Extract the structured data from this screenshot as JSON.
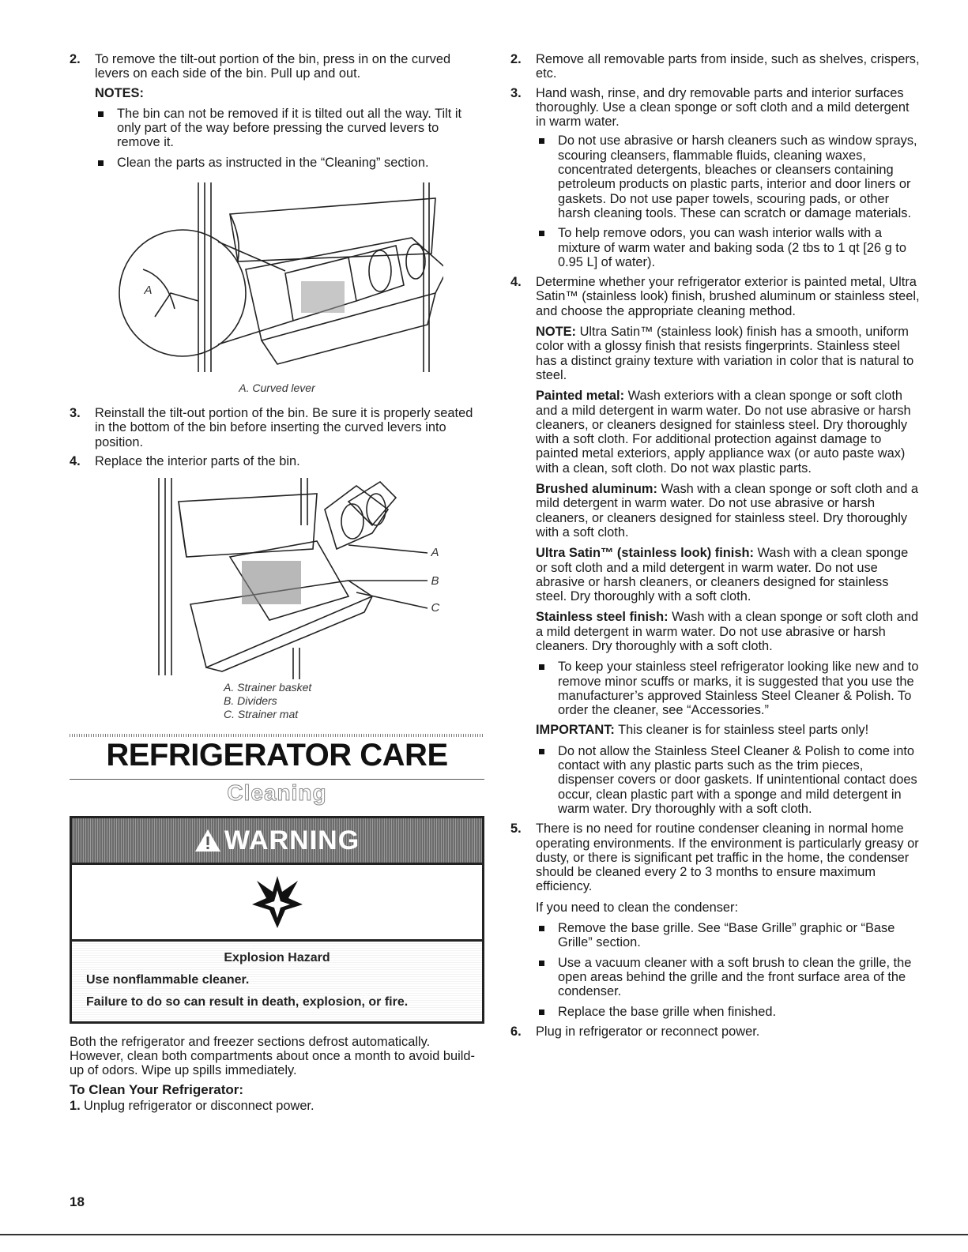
{
  "left": {
    "step2_num": "2.",
    "step2_text": "To remove the tilt-out portion of the bin, press in on the curved levers on each side of the bin. Pull up and out.",
    "notes_heading": "NOTES:",
    "notes": [
      "The bin can not be removed if it is tilted out all the way. Tilt it only part of the way before pressing the curved levers to remove it.",
      "Clean the parts as instructed in the “Cleaning” section."
    ],
    "fig1_label_a": "A",
    "fig1_caption": "A. Curved lever",
    "step3_num": "3.",
    "step3_text": "Reinstall the tilt-out portion of the bin. Be sure it is properly seated in the bottom of the bin before inserting the curved levers into position.",
    "step4_num": "4.",
    "step4_text": "Replace the interior parts of the bin.",
    "fig2_labels": [
      "A",
      "B",
      "C"
    ],
    "fig2_captions": [
      "A. Strainer basket",
      "B. Dividers",
      "C. Strainer mat"
    ],
    "section_title": "REFRIGERATOR CARE",
    "subsection_title": "Cleaning",
    "warning_word": "WARNING",
    "warning_hazard": "Explosion Hazard",
    "warning_line1": "Use nonflammable cleaner.",
    "warning_line2": "Failure to do so can result in death, explosion, or fire.",
    "intro_text": "Both the refrigerator and freezer sections defrost automatically. However, clean both compartments about once a month to avoid build-up of odors. Wipe up spills immediately.",
    "clean_heading": "To Clean Your Refrigerator:",
    "clean_step1_num": "1.",
    "clean_step1_text": "Unplug refrigerator or disconnect power."
  },
  "right": {
    "step2_num": "2.",
    "step2_text": "Remove all removable parts from inside, such as shelves, crispers, etc.",
    "step3_num": "3.",
    "step3_text": "Hand wash, rinse, and dry removable parts and interior surfaces thoroughly. Use a clean sponge or soft cloth and a mild detergent in warm water.",
    "step3_bullets": [
      "Do not use abrasive or harsh cleaners such as window sprays, scouring cleansers, flammable fluids, cleaning waxes, concentrated detergents, bleaches or cleansers containing petroleum products on plastic parts, interior and door liners or gaskets. Do not use paper towels, scouring pads, or other harsh cleaning tools. These can scratch or damage materials.",
      "To help remove odors, you can wash interior walls with a mixture of warm water and baking soda (2 tbs to 1 qt [26 g to 0.95 L] of water)."
    ],
    "step4_num": "4.",
    "step4_text": "Determine whether your refrigerator exterior is painted metal, Ultra Satin™ (stainless look) finish, brushed aluminum or stainless steel, and choose the appropriate cleaning method.",
    "note_label": "NOTE:",
    "note_text": "Ultra Satin™ (stainless look) finish has a smooth, uniform color with a glossy finish that resists fingerprints. Stainless steel has a distinct grainy texture with variation in color that is natural to steel.",
    "painted_label": "Painted metal:",
    "painted_text": "Wash exteriors with a clean sponge or soft cloth and a mild detergent in warm water. Do not use abrasive or harsh cleaners, or cleaners designed for stainless steel. Dry thoroughly with a soft cloth. For additional protection against damage to painted metal exteriors, apply appliance wax (or auto paste wax) with a clean, soft cloth. Do not wax plastic parts.",
    "brushed_label": "Brushed aluminum:",
    "brushed_text": "Wash with a clean sponge or soft cloth and a mild detergent in warm water. Do not use abrasive or harsh cleaners, or cleaners designed for stainless steel. Dry thoroughly with a soft cloth.",
    "satin_label": "Ultra Satin™ (stainless look) finish:",
    "satin_text": "Wash with a clean sponge or soft cloth and a mild detergent in warm water. Do not use abrasive or harsh cleaners, or cleaners designed for stainless steel. Dry thoroughly with a soft cloth.",
    "stainless_label": "Stainless steel finish:",
    "stainless_text": "Wash with a clean sponge or soft cloth and a mild detergent in warm water. Do not use abrasive or harsh cleaners. Dry thoroughly with a soft cloth.",
    "stainless_bullet": "To keep your stainless steel refrigerator looking like new and to remove minor scuffs or marks, it is suggested that you use the manufacturer’s approved Stainless Steel Cleaner & Polish. To order the cleaner, see “Accessories.”",
    "important_label": "IMPORTANT:",
    "important_text": "This cleaner is for stainless steel parts only!",
    "important_bullet": "Do not allow the Stainless Steel Cleaner & Polish to come into contact with any plastic parts such as the trim pieces, dispenser covers or door gaskets. If unintentional contact does occur, clean plastic part with a sponge and mild detergent in warm water. Dry thoroughly with a soft cloth.",
    "step5_num": "5.",
    "step5_text": "There is no need for routine condenser cleaning in normal home operating environments. If the environment is particularly greasy or dusty, or there is significant pet traffic in the home, the condenser should be cleaned every 2 to 3 months to ensure maximum efficiency.",
    "step5_sub": "If you need to clean the condenser:",
    "step5_bullets": [
      "Remove the base grille. See “Base Grille” graphic or “Base Grille” section.",
      "Use a vacuum cleaner with a soft brush to clean the grille, the open areas behind the grille and the front surface area of the condenser.",
      "Replace the base grille when finished."
    ],
    "step6_num": "6.",
    "step6_text": "Plug in refrigerator or reconnect power."
  },
  "page_number": "18"
}
